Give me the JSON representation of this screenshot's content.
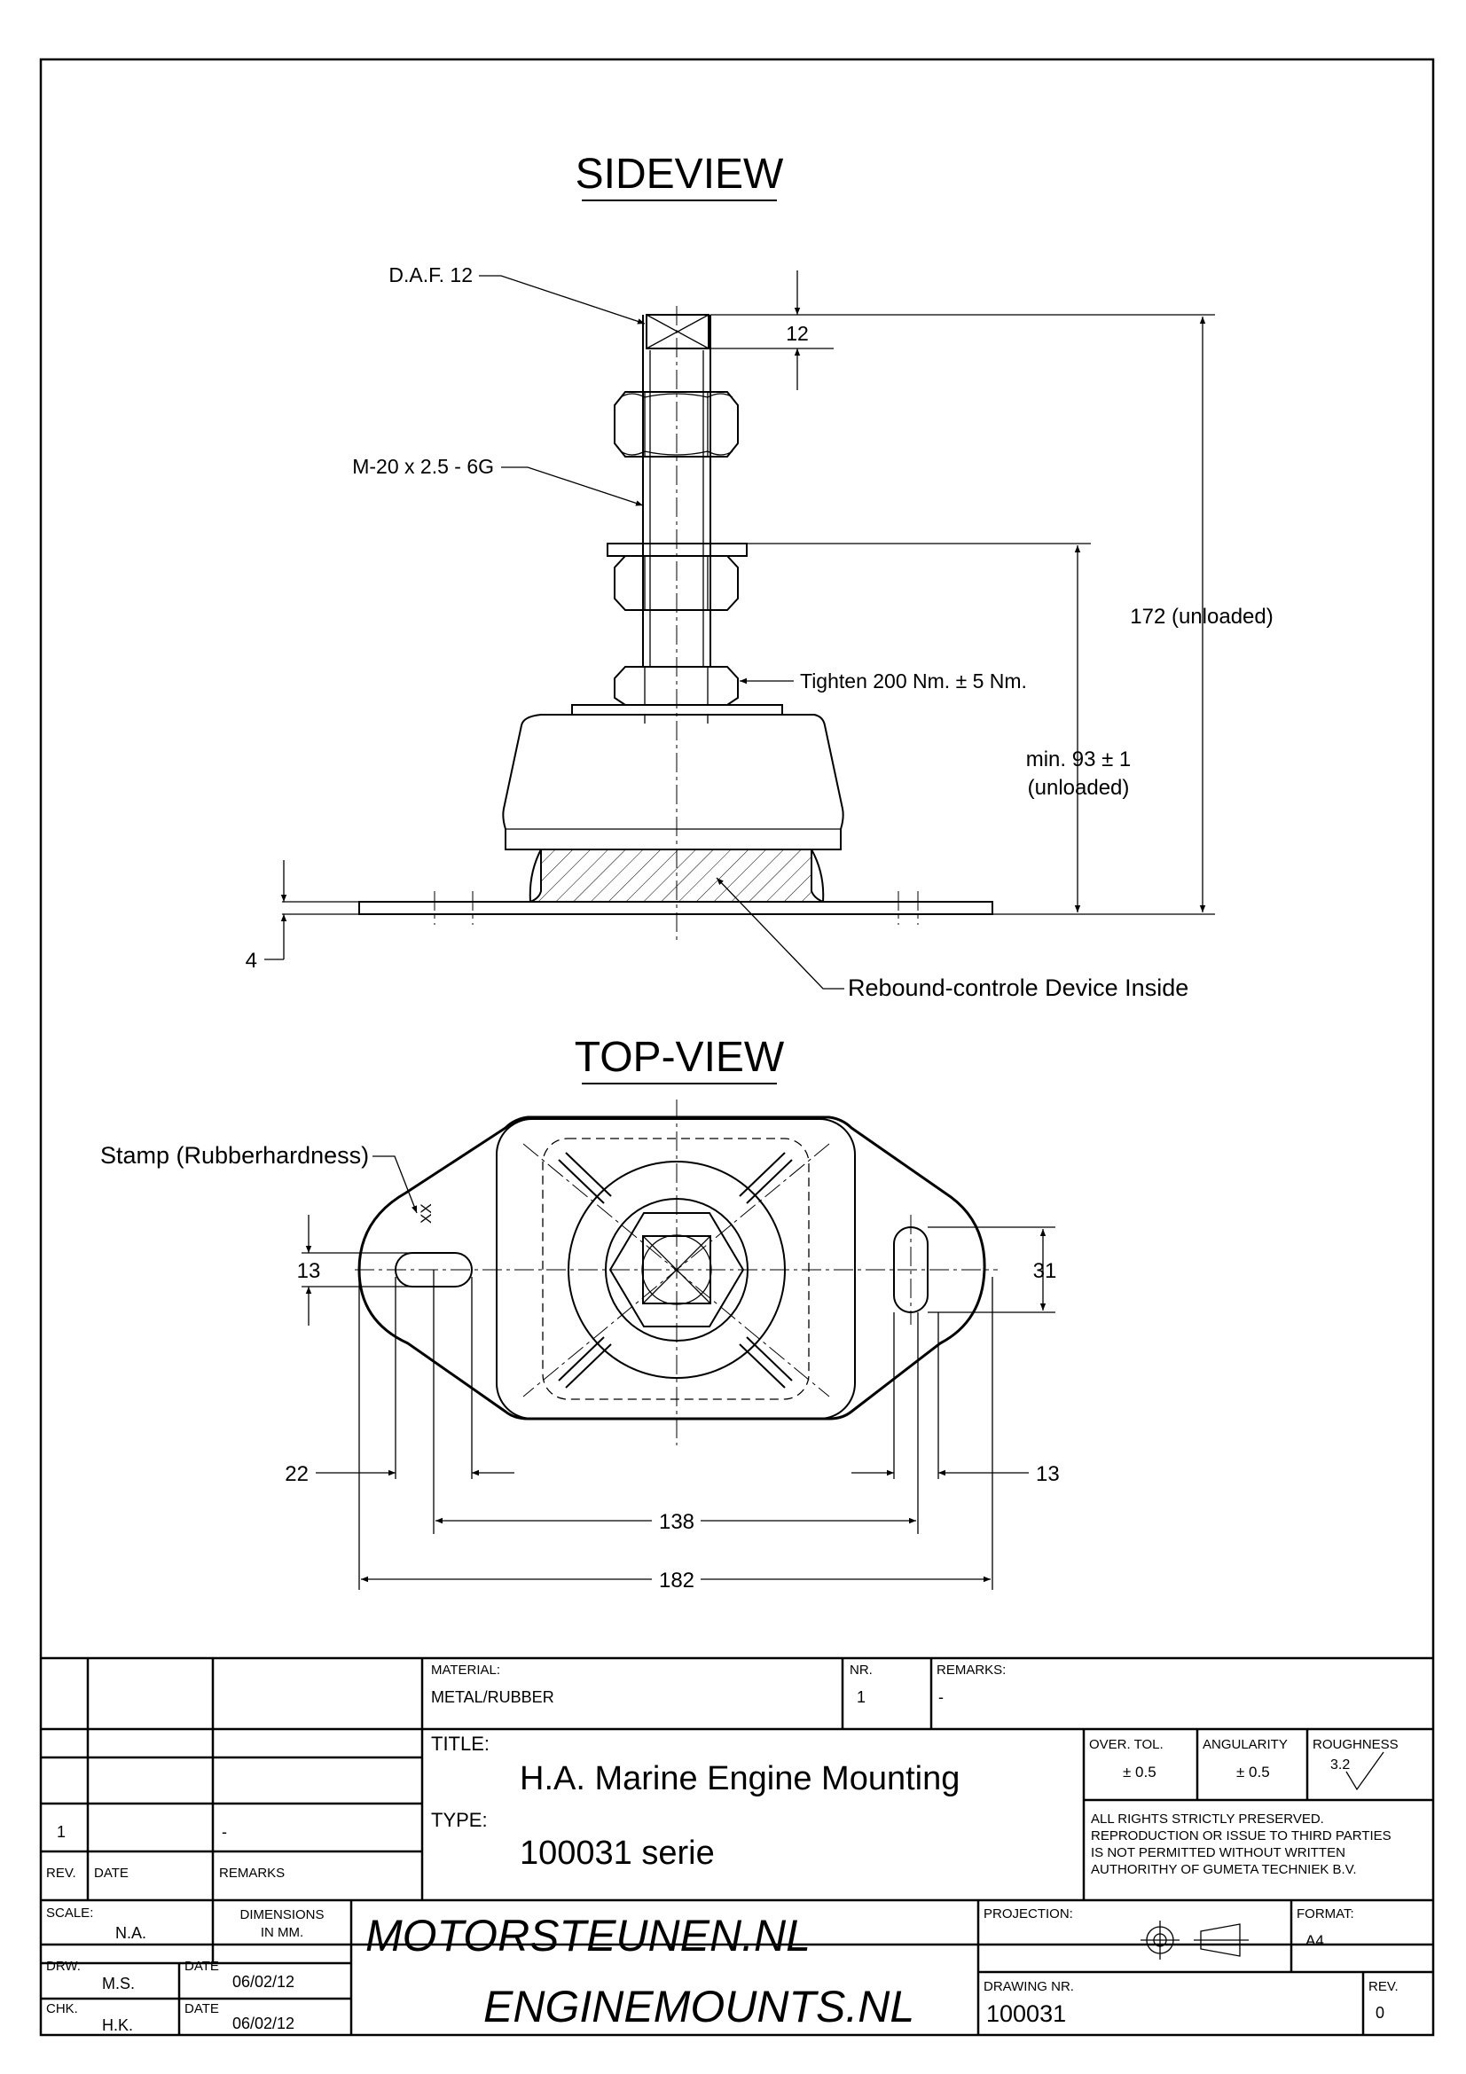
{
  "views": {
    "sideview_title": "SIDEVIEW",
    "topview_title": "TOP-VIEW"
  },
  "side_labels": {
    "daf": "D.A.F. 12",
    "thread": "M-20 x 2.5 - 6G",
    "tighten": "Tighten 200 Nm. ± 5 Nm.",
    "rebound": "Rebound-controle Device Inside",
    "dim_12": "12",
    "dim_172": "172 (unloaded)",
    "dim_93_line1": "min. 93 ± 1",
    "dim_93_line2": "(unloaded)",
    "dim_4": "4"
  },
  "top_labels": {
    "stamp": "Stamp (Rubberhardness)",
    "stamp_mark": "XX",
    "dim_13_left": "13",
    "dim_31": "31",
    "dim_22": "22",
    "dim_13_bottom": "13",
    "dim_138": "138",
    "dim_182": "182"
  },
  "title_block": {
    "material_label": "MATERIAL:",
    "material_value": "METAL/RUBBER",
    "nr_label": "NR.",
    "nr_value": "1",
    "remarks_label": "REMARKS:",
    "remarks_value": "-",
    "title_label": "TITLE:",
    "title_value": "H.A. Marine Engine Mounting",
    "type_label": "TYPE:",
    "type_value": "100031 serie",
    "over_tol_label": "OVER. TOL.",
    "over_tol_value": "± 0.5",
    "angularity_label": "ANGULARITY",
    "angularity_value": "± 0.5",
    "roughness_label": "ROUGHNESS",
    "roughness_value": "3.2",
    "rights_line1": "ALL RIGHTS STRICTLY PRESERVED.",
    "rights_line2": "REPRODUCTION OR ISSUE TO THIRD PARTIES",
    "rights_line3": "IS NOT PERMITTED WITHOUT WRITTEN",
    "rights_line4": "AUTHORITHY OF GUMETA TECHNIEK B.V.",
    "rev_row_rev": "1",
    "rev_row_remarks": "-",
    "rev_label": "REV.",
    "date_label": "DATE",
    "remarks_col_label": "REMARKS",
    "scale_label": "SCALE:",
    "scale_value": "N.A.",
    "dimensions_line1": "DIMENSIONS",
    "dimensions_line2": "IN MM.",
    "drw_label": "DRW.",
    "drw_value": "M.S.",
    "drw_date_label": "DATE",
    "drw_date_value": "06/02/12",
    "chk_label": "CHK.",
    "chk_value": "H.K.",
    "chk_date_label": "DATE",
    "chk_date_value": "06/02/12",
    "brand_line1": "MOTORSTEUNEN.NL",
    "brand_line2": "ENGINEMOUNTS.NL",
    "projection_label": "PROJECTION:",
    "format_label": "FORMAT:",
    "format_value": "A4",
    "drawing_nr_label": "DRAWING NR.",
    "drawing_nr_value": "100031",
    "rev_label_2": "REV.",
    "rev_value": "0"
  }
}
